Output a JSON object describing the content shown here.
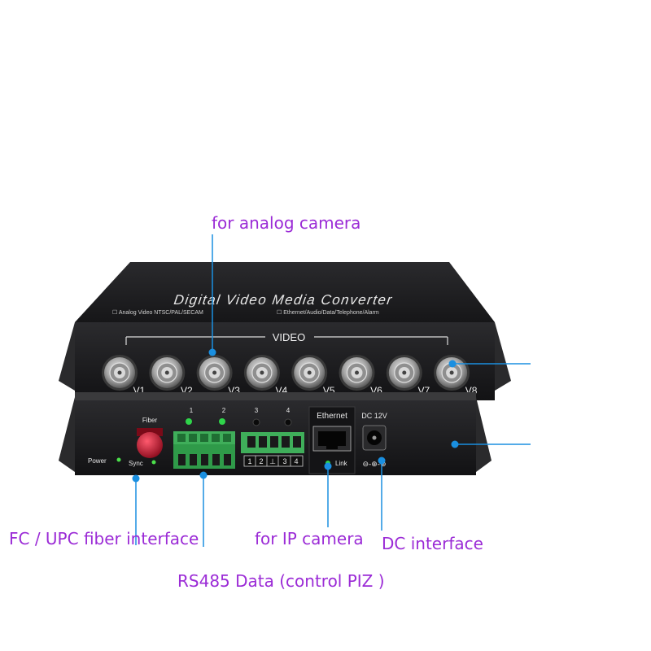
{
  "device": {
    "top_title": "Digital Video Media Converter",
    "top_left_caption": "☐ Analog Video NTSC/PAL/SECAM",
    "top_right_caption": "☐ Ethernet/Audio/Data/Telephone/Alarm",
    "video_group_label": "VIDEO",
    "video_ports": [
      "V1",
      "V2",
      "V3",
      "V4",
      "V5",
      "V6",
      "V7",
      "V8"
    ],
    "fiber_label": "Fiber",
    "power_label": "Power",
    "sync_label": "Sync",
    "led_labels": [
      "1",
      "2",
      "3",
      "4"
    ],
    "terminal_labels": [
      "1",
      "2",
      "⊥",
      "3",
      "4"
    ],
    "ethernet_label": "Ethernet",
    "link_label": "Link",
    "dc_label": "DC 12V",
    "dc_polarity": "⊖-⊕-⊕"
  },
  "callouts": {
    "analog_camera": "for analog camera",
    "fiber_interface": "FC / UPC fiber interface",
    "ip_camera": "for IP camera",
    "dc_interface": "DC interface",
    "rs485": "RS485 Data (control PIZ )"
  },
  "colors": {
    "callout_text": "#9b2bd6",
    "marker": "#1a8fe0",
    "chassis": "#1c1c1e",
    "terminal_green": "#3fae5a",
    "fiber_red": "#c8102e"
  }
}
